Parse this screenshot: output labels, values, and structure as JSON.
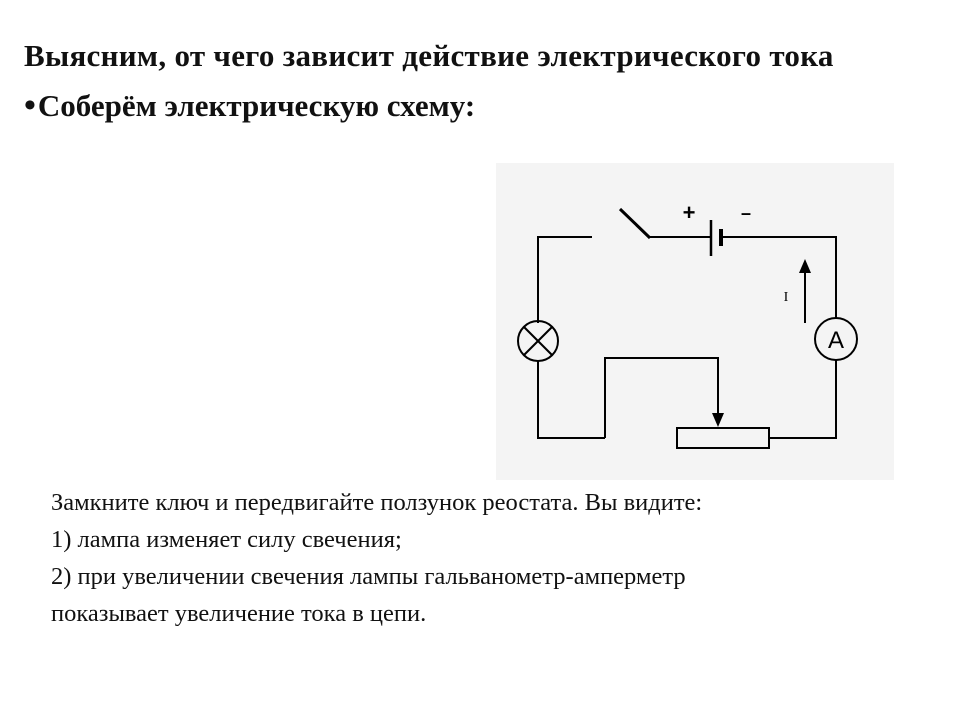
{
  "slide": {
    "title": "Выясним, от чего зависит действие электрического тока",
    "subtitle": "Соберём электрическую схему:",
    "bullet": "•"
  },
  "diagram": {
    "plus_label": "+",
    "minus_label": "–",
    "current_label": "I",
    "ammeter_label": "A",
    "colors": {
      "wire": "#000000",
      "panel": "#f4f4f4"
    }
  },
  "instructions": {
    "intro": "Замкните ключ и передвигайте ползунок реостата. Вы видите:",
    "item1": "1) лампа изменяет силу свечения;",
    "item2": "2)   при увеличении свечения лампы гальванометр-амперметр",
    "item2_cont": "показывает увеличение тока в цепи."
  }
}
